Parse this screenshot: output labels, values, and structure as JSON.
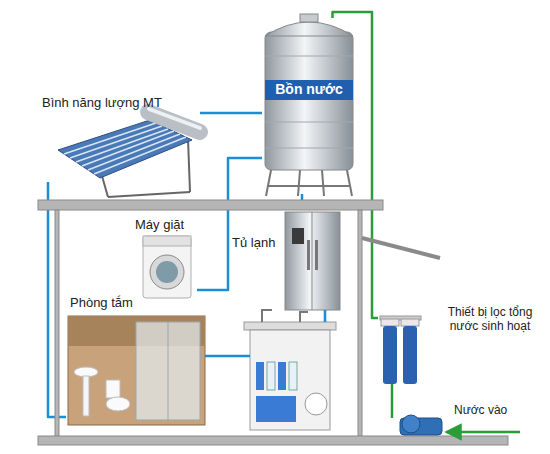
{
  "diagram": {
    "nodes": [
      {
        "text": [
          "Bình năng lượng MT"
        ]
      },
      {
        "text": [
          "Bồn nước"
        ]
      },
      {
        "text": [
          "Máy giặt"
        ]
      },
      {
        "text": [
          "Tủ lạnh"
        ]
      },
      {
        "text": [
          "Phòng tắm"
        ]
      },
      {
        "text": [
          "Thiết bị lọc tổng nước sinh hoạt"
        ]
      }
    ],
    "edges": [
      {
        "from": 5,
        "to": 1,
        "arrow": "none"
      },
      {
        "from": 1,
        "to": 0,
        "arrow": "none"
      },
      {
        "from": 0,
        "to": 4,
        "arrow": "none"
      },
      {
        "from": 1,
        "to": 2,
        "arrow": "none"
      },
      {
        "from": 1,
        "to": 3,
        "arrow": "none"
      }
    ],
    "labels": [
      "Nước vào"
    ]
  }
}
